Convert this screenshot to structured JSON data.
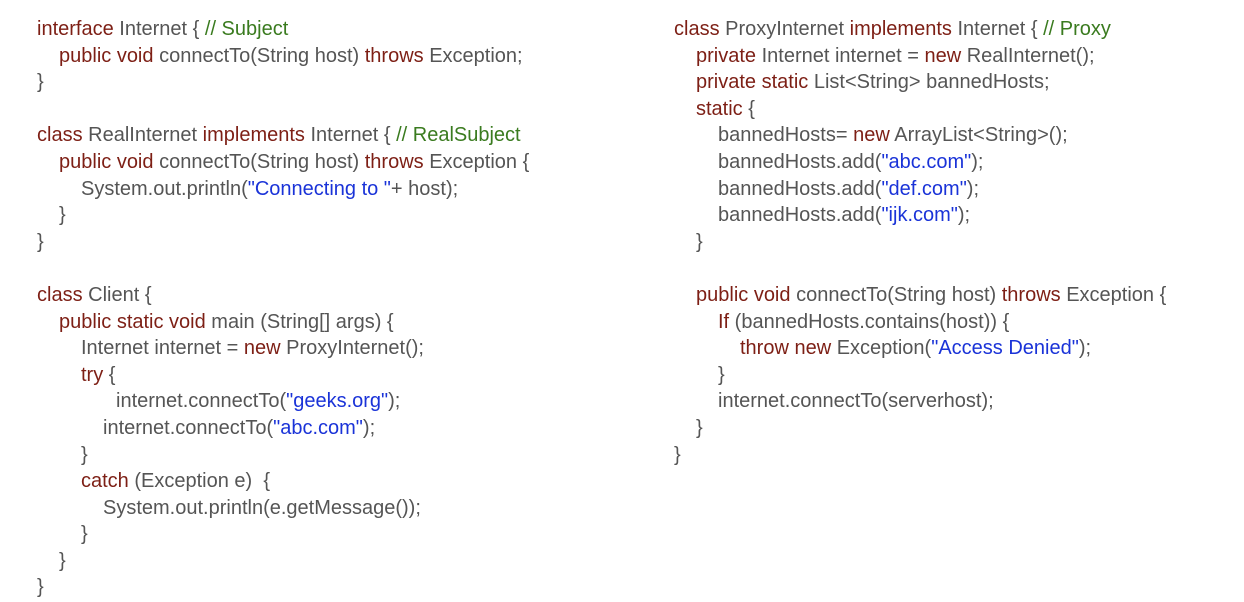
{
  "colors": {
    "keyword": "#7d1f15",
    "comment": "#3a7b1f",
    "string": "#1a33d8",
    "plain": "#555555"
  },
  "left_code": [
    {
      "indent": 0,
      "tokens": [
        {
          "t": "kw",
          "v": "interface"
        },
        {
          "t": "pln",
          "v": " Internet { "
        },
        {
          "t": "cmt",
          "v": "// Subject"
        }
      ]
    },
    {
      "indent": 22,
      "tokens": [
        {
          "t": "kw",
          "v": "public void"
        },
        {
          "t": "pln",
          "v": " connectTo(String host) "
        },
        {
          "t": "kw",
          "v": "throws"
        },
        {
          "t": "pln",
          "v": " Exception;"
        }
      ]
    },
    {
      "indent": 0,
      "tokens": [
        {
          "t": "pln",
          "v": "}"
        }
      ]
    },
    {
      "indent": 0,
      "tokens": []
    },
    {
      "indent": 0,
      "tokens": [
        {
          "t": "kw",
          "v": "class"
        },
        {
          "t": "pln",
          "v": " RealInternet "
        },
        {
          "t": "kw",
          "v": "implements"
        },
        {
          "t": "pln",
          "v": " Internet { "
        },
        {
          "t": "cmt",
          "v": "// RealSubject"
        }
      ]
    },
    {
      "indent": 22,
      "tokens": [
        {
          "t": "kw",
          "v": "public void"
        },
        {
          "t": "pln",
          "v": " connectTo(String host) "
        },
        {
          "t": "kw",
          "v": "throws"
        },
        {
          "t": "pln",
          "v": " Exception {"
        }
      ]
    },
    {
      "indent": 44,
      "tokens": [
        {
          "t": "pln",
          "v": "System.out.println("
        },
        {
          "t": "str",
          "v": "\"Connecting to \""
        },
        {
          "t": "pln",
          "v": "+ host);"
        }
      ]
    },
    {
      "indent": 22,
      "tokens": [
        {
          "t": "pln",
          "v": "}"
        }
      ]
    },
    {
      "indent": 0,
      "tokens": [
        {
          "t": "pln",
          "v": "}"
        }
      ]
    },
    {
      "indent": 0,
      "tokens": []
    },
    {
      "indent": 0,
      "tokens": [
        {
          "t": "kw",
          "v": "class"
        },
        {
          "t": "pln",
          "v": " Client {"
        }
      ]
    },
    {
      "indent": 22,
      "tokens": [
        {
          "t": "kw",
          "v": "public static void"
        },
        {
          "t": "pln",
          "v": " main (String[] args) {"
        }
      ]
    },
    {
      "indent": 44,
      "tokens": [
        {
          "t": "pln",
          "v": "Internet internet = "
        },
        {
          "t": "kw",
          "v": "new"
        },
        {
          "t": "pln",
          "v": " ProxyInternet();"
        }
      ]
    },
    {
      "indent": 44,
      "tokens": [
        {
          "t": "kw",
          "v": "try"
        },
        {
          "t": "pln",
          "v": " {"
        }
      ]
    },
    {
      "indent": 79,
      "tokens": [
        {
          "t": "pln",
          "v": "internet.connectTo("
        },
        {
          "t": "str",
          "v": "\"geeks.org\""
        },
        {
          "t": "pln",
          "v": ");"
        }
      ]
    },
    {
      "indent": 66,
      "tokens": [
        {
          "t": "pln",
          "v": "internet.connectTo("
        },
        {
          "t": "str",
          "v": "\"abc.com\""
        },
        {
          "t": "pln",
          "v": ");"
        }
      ]
    },
    {
      "indent": 44,
      "tokens": [
        {
          "t": "pln",
          "v": "}"
        }
      ]
    },
    {
      "indent": 44,
      "tokens": [
        {
          "t": "kw",
          "v": "catch"
        },
        {
          "t": "pln",
          "v": " (Exception e)  {"
        }
      ]
    },
    {
      "indent": 66,
      "tokens": [
        {
          "t": "pln",
          "v": "System.out.println(e.getMessage());"
        }
      ]
    },
    {
      "indent": 44,
      "tokens": [
        {
          "t": "pln",
          "v": "}"
        }
      ]
    },
    {
      "indent": 22,
      "tokens": [
        {
          "t": "pln",
          "v": "}"
        }
      ]
    },
    {
      "indent": 0,
      "tokens": [
        {
          "t": "pln",
          "v": "}"
        }
      ]
    }
  ],
  "right_code": [
    {
      "indent": 0,
      "tokens": [
        {
          "t": "kw",
          "v": "class"
        },
        {
          "t": "pln",
          "v": " ProxyInternet "
        },
        {
          "t": "kw",
          "v": "implements"
        },
        {
          "t": "pln",
          "v": " Internet { "
        },
        {
          "t": "cmt",
          "v": "// Proxy"
        }
      ]
    },
    {
      "indent": 22,
      "tokens": [
        {
          "t": "kw",
          "v": "private"
        },
        {
          "t": "pln",
          "v": " Internet internet = "
        },
        {
          "t": "kw",
          "v": "new"
        },
        {
          "t": "pln",
          "v": " RealInternet();"
        }
      ]
    },
    {
      "indent": 22,
      "tokens": [
        {
          "t": "kw",
          "v": "private static"
        },
        {
          "t": "pln",
          "v": " List<String> bannedHosts;"
        }
      ]
    },
    {
      "indent": 22,
      "tokens": [
        {
          "t": "kw",
          "v": "static"
        },
        {
          "t": "pln",
          "v": " {"
        }
      ]
    },
    {
      "indent": 44,
      "tokens": [
        {
          "t": "pln",
          "v": "bannedHosts= "
        },
        {
          "t": "kw",
          "v": "new"
        },
        {
          "t": "pln",
          "v": " ArrayList<String>();"
        }
      ]
    },
    {
      "indent": 44,
      "tokens": [
        {
          "t": "pln",
          "v": "bannedHosts.add("
        },
        {
          "t": "str",
          "v": "\"abc.com\""
        },
        {
          "t": "pln",
          "v": ");"
        }
      ]
    },
    {
      "indent": 44,
      "tokens": [
        {
          "t": "pln",
          "v": "bannedHosts.add("
        },
        {
          "t": "str",
          "v": "\"def.com\""
        },
        {
          "t": "pln",
          "v": ");"
        }
      ]
    },
    {
      "indent": 44,
      "tokens": [
        {
          "t": "pln",
          "v": "bannedHosts.add("
        },
        {
          "t": "str",
          "v": "\"ijk.com\""
        },
        {
          "t": "pln",
          "v": ");"
        }
      ]
    },
    {
      "indent": 22,
      "tokens": [
        {
          "t": "pln",
          "v": "}"
        }
      ]
    },
    {
      "indent": 0,
      "tokens": []
    },
    {
      "indent": 22,
      "tokens": [
        {
          "t": "kw",
          "v": "public void"
        },
        {
          "t": "pln",
          "v": " connectTo(String host) "
        },
        {
          "t": "kw",
          "v": "throws"
        },
        {
          "t": "pln",
          "v": " Exception {"
        }
      ]
    },
    {
      "indent": 44,
      "tokens": [
        {
          "t": "kw",
          "v": "If"
        },
        {
          "t": "pln",
          "v": " (bannedHosts.contains(host)) {"
        }
      ]
    },
    {
      "indent": 66,
      "tokens": [
        {
          "t": "kw",
          "v": "throw new"
        },
        {
          "t": "pln",
          "v": " Exception("
        },
        {
          "t": "str",
          "v": "\"Access Denied\""
        },
        {
          "t": "pln",
          "v": ");"
        }
      ]
    },
    {
      "indent": 44,
      "tokens": [
        {
          "t": "pln",
          "v": "}"
        }
      ]
    },
    {
      "indent": 44,
      "tokens": [
        {
          "t": "pln",
          "v": "internet.connectTo(serverhost);"
        }
      ]
    },
    {
      "indent": 22,
      "tokens": [
        {
          "t": "pln",
          "v": "}"
        }
      ]
    },
    {
      "indent": 0,
      "tokens": [
        {
          "t": "pln",
          "v": "}"
        }
      ]
    }
  ]
}
